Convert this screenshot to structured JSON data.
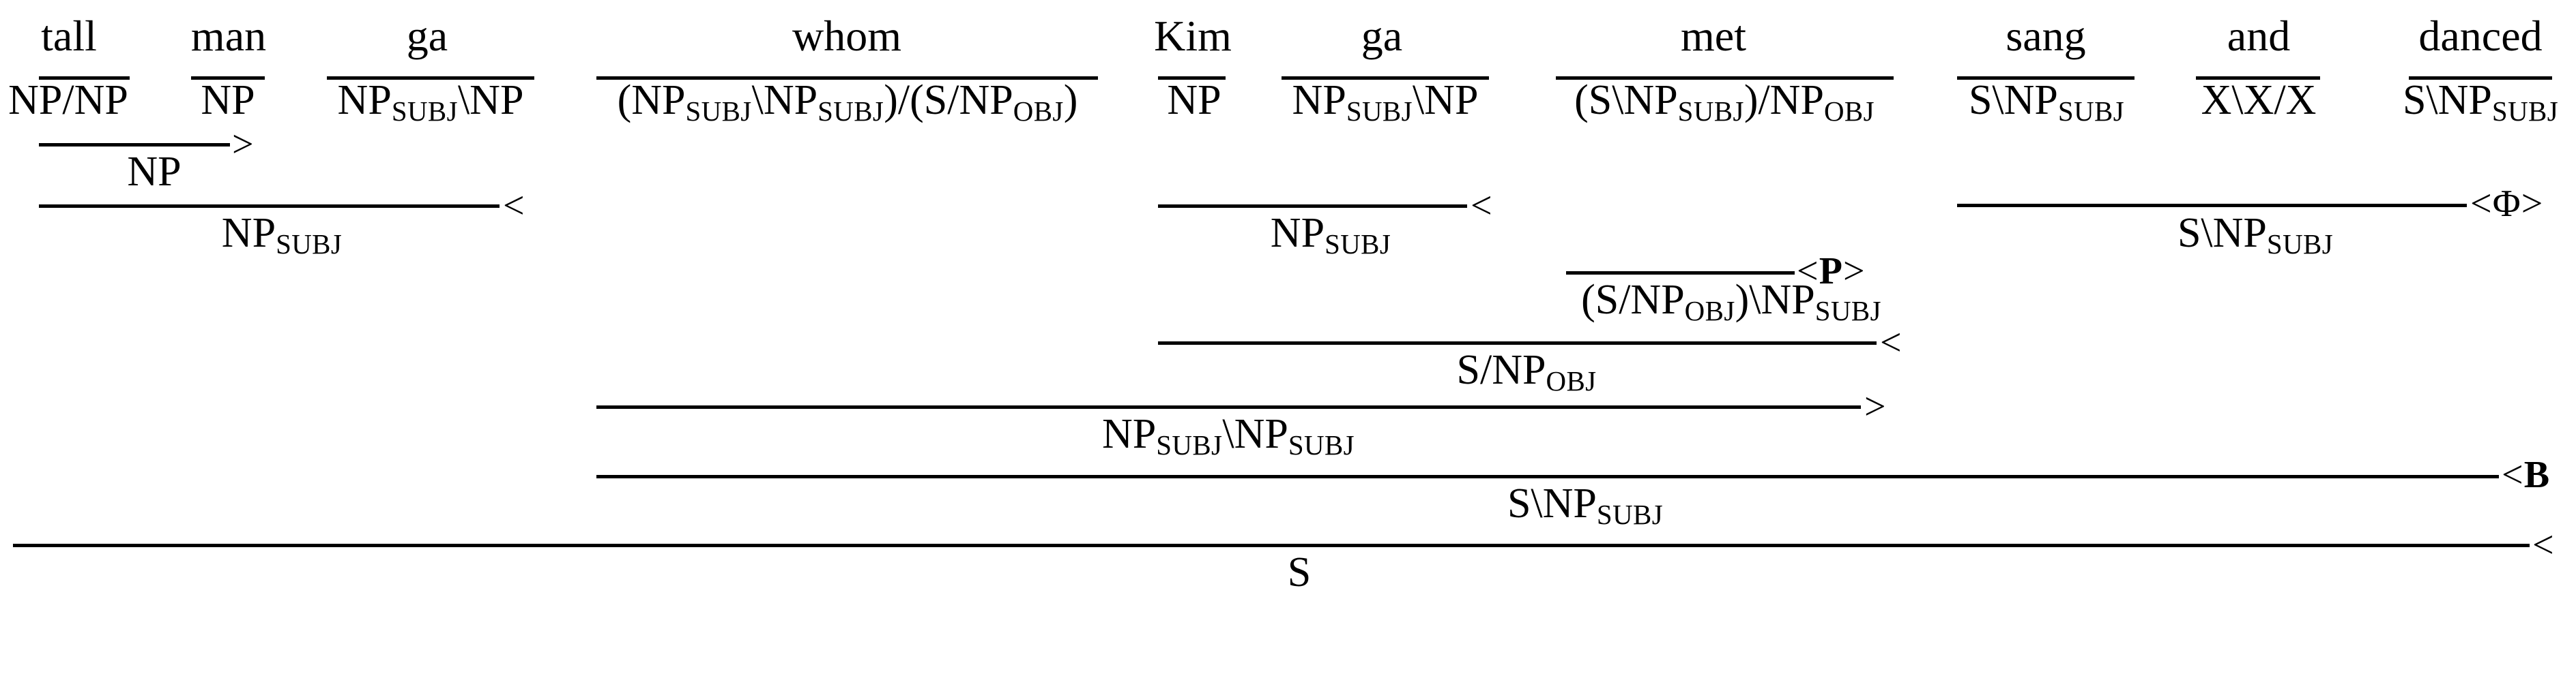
{
  "figure": {
    "kind": "CCG derivation proof",
    "colors": {
      "ink": "#000000",
      "background": "#ffffff"
    }
  },
  "lexicon": [
    {
      "word": "tall",
      "category": "NP/NP"
    },
    {
      "word": "man",
      "category": "NP"
    },
    {
      "word": "ga",
      "category": "NP_{SUBJ}\\NP"
    },
    {
      "word": "whom",
      "category": "(NP_{SUBJ}\\NP_{SUBJ})/(S/NP_{OBJ})"
    },
    {
      "word": "Kim",
      "category": "NP"
    },
    {
      "word": "ga",
      "category": "NP_{SUBJ}\\NP"
    },
    {
      "word": "met",
      "category": "(S\\NP_{SUBJ})/NP_{OBJ}"
    },
    {
      "word": "sang",
      "category": "S\\NP_{SUBJ}"
    },
    {
      "word": "and",
      "category": "X\\X/X"
    },
    {
      "word": "danced",
      "category": "S\\NP_{SUBJ}"
    }
  ],
  "steps": [
    {
      "id": "np-tall-man",
      "rule": ">",
      "result": "NP"
    },
    {
      "id": "npsubj-tall-man-ga",
      "rule": "<",
      "result": "NP_{SUBJ}"
    },
    {
      "id": "npsubj-kim-ga",
      "rule": "<",
      "result": "NP_{SUBJ}"
    },
    {
      "id": "coord-sang-danced",
      "rule": "<Φ>",
      "result": "S\\NP_{SUBJ}"
    },
    {
      "id": "permute-met",
      "rule": "<P>",
      "result": "(S/NP_{OBJ})\\NP_{SUBJ}"
    },
    {
      "id": "s-over-npobj",
      "rule": "<",
      "result": "S/NP_{OBJ}"
    },
    {
      "id": "relative-clause",
      "rule": ">",
      "result": "NP_{SUBJ}\\NP_{SUBJ}"
    },
    {
      "id": "compose-predicate",
      "rule": "<B",
      "result": "S\\NP_{SUBJ}"
    },
    {
      "id": "sentence",
      "rule": "<",
      "result": "S"
    }
  ]
}
